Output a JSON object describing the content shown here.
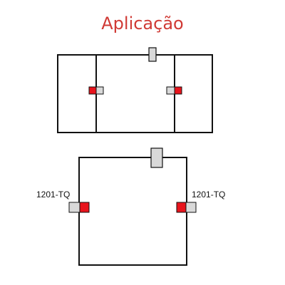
{
  "title": "Aplicação",
  "diagram": {
    "left_label": "1201-TQ",
    "right_label": "1201-TQ",
    "colors": {
      "outline": "#111111",
      "sensor_red": "#e8141c",
      "sensor_gray": "#d9d9d9",
      "title": "#d03a35"
    }
  }
}
